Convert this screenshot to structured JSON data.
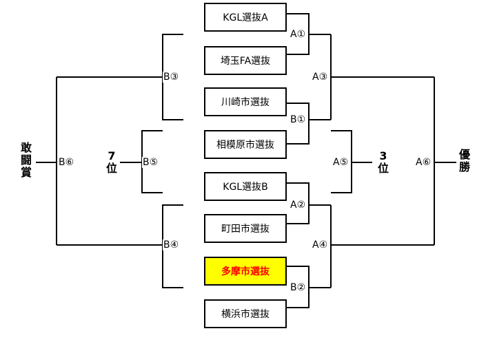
{
  "teams": [
    {
      "name": "KGL選抜A",
      "highlight": false
    },
    {
      "name": "埼玉FA選抜",
      "highlight": false
    },
    {
      "name": "川崎市選抜",
      "highlight": false
    },
    {
      "name": "相模原市選抜",
      "highlight": false
    },
    {
      "name": "KGL選抜B",
      "highlight": false
    },
    {
      "name": "町田市選抜",
      "highlight": false
    },
    {
      "name": "多摩市選抜",
      "highlight": true
    },
    {
      "name": "横浜市選抜",
      "highlight": false
    }
  ],
  "matches": {
    "a1": "A①",
    "b1": "B①",
    "a2": "A②",
    "b2": "B②",
    "a3": "A③",
    "a4": "A④",
    "a5": "A⑤",
    "a6": "A⑥",
    "b3": "B③",
    "b4": "B④",
    "b5": "B⑤",
    "b6": "B⑥"
  },
  "places": {
    "champion": "優\n勝",
    "third": "3\n位",
    "seventh": "7\n位",
    "fighting_spirit": "敢\n闘\n賞"
  },
  "colors": {
    "highlight_bg": "#ffff00",
    "highlight_text": "#ff0000",
    "line": "#000000"
  }
}
